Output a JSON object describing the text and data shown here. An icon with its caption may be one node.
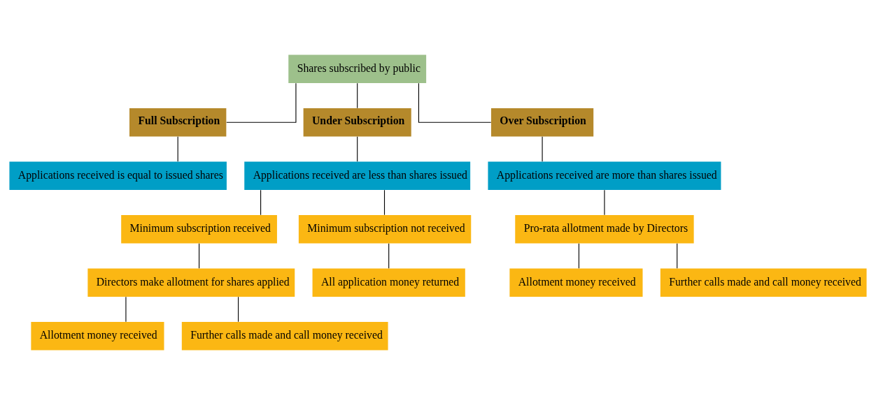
{
  "diagram": {
    "nodes": [
      {
        "text": [
          "Shares subscribed by public"
        ]
      },
      {
        "text": [
          "Full Subscription"
        ]
      },
      {
        "text": [
          "Under Subscription"
        ]
      },
      {
        "text": [
          "Over Subscription"
        ]
      },
      {
        "text": [
          "Applications received is equal to issued shares"
        ]
      },
      {
        "text": [
          "Applications received are less than shares issued"
        ]
      },
      {
        "text": [
          "Applications received are more than shares issued"
        ]
      },
      {
        "text": [
          "Minimum subscription received"
        ]
      },
      {
        "text": [
          "Minimum subscription not received"
        ]
      },
      {
        "text": [
          "Pro-rata allotment made by Directors"
        ]
      },
      {
        "text": [
          "Directors make allotment for shares applied"
        ]
      },
      {
        "text": [
          "All application money returned"
        ]
      },
      {
        "text": [
          "Allotment money received"
        ]
      },
      {
        "text": [
          "Further calls made and call money received"
        ]
      },
      {
        "text": [
          "Allotment money received"
        ]
      },
      {
        "text": [
          "Further calls made and call money received"
        ]
      }
    ],
    "edges": [
      {
        "from": 0,
        "to": 1,
        "arrow": "none"
      },
      {
        "from": 0,
        "to": 2,
        "arrow": "none"
      },
      {
        "from": 0,
        "to": 3,
        "arrow": "none"
      },
      {
        "from": 1,
        "to": 4,
        "arrow": "none"
      },
      {
        "from": 2,
        "to": 5,
        "arrow": "none"
      },
      {
        "from": 3,
        "to": 6,
        "arrow": "none"
      },
      {
        "from": 5,
        "to": 7,
        "arrow": "none"
      },
      {
        "from": 5,
        "to": 8,
        "arrow": "none"
      },
      {
        "from": 6,
        "to": 9,
        "arrow": "none"
      },
      {
        "from": 7,
        "to": 10,
        "arrow": "none"
      },
      {
        "from": 8,
        "to": 11,
        "arrow": "none"
      },
      {
        "from": 9,
        "to": 12,
        "arrow": "none"
      },
      {
        "from": 9,
        "to": 13,
        "arrow": "none"
      },
      {
        "from": 10,
        "to": 14,
        "arrow": "none"
      },
      {
        "from": 10,
        "to": 15,
        "arrow": "none"
      }
    ]
  }
}
